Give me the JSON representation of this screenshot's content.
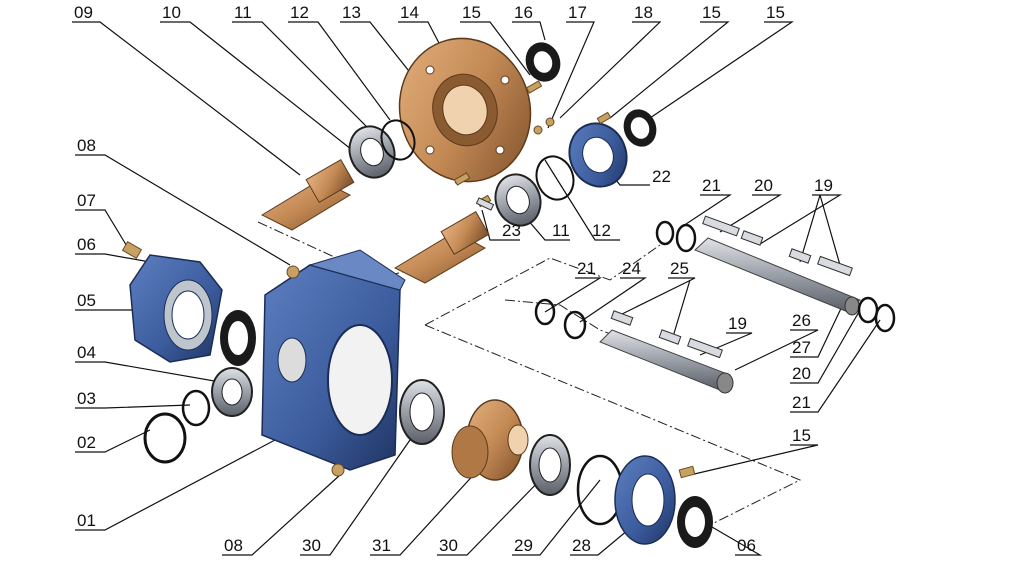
{
  "colors": {
    "housing_blue": "#3b5b9c",
    "housing_dark": "#22396b",
    "bronze": "#c48a55",
    "bronze_dark": "#8a5a30",
    "seal_black": "#1a1a1a",
    "steel": "#a9aeb6",
    "steel_dark": "#6c7179",
    "leader": "#111111"
  },
  "labels": {
    "l09": "09",
    "l10": "10",
    "l11a": "11",
    "l12a": "12",
    "l13": "13",
    "l14": "14",
    "l15a": "15",
    "l16": "16",
    "l17": "17",
    "l18": "18",
    "l15b": "15",
    "l15c": "15",
    "l08a": "08",
    "l07": "07",
    "l06a": "06",
    "l05": "05",
    "l04": "04",
    "l03": "03",
    "l02": "02",
    "l01": "01",
    "l22": "22",
    "l21a": "21",
    "l20a": "20",
    "l19a": "19",
    "l23": "23",
    "l11b": "11",
    "l12b": "12",
    "l21b": "21",
    "l24": "24",
    "l25": "25",
    "l19b": "19",
    "l26": "26",
    "l27": "27",
    "l20b": "20",
    "l21c": "21",
    "l15d": "15",
    "l08b": "08",
    "l30a": "30",
    "l31": "31",
    "l30b": "30",
    "l29": "29",
    "l28": "28",
    "l06b": "06"
  }
}
